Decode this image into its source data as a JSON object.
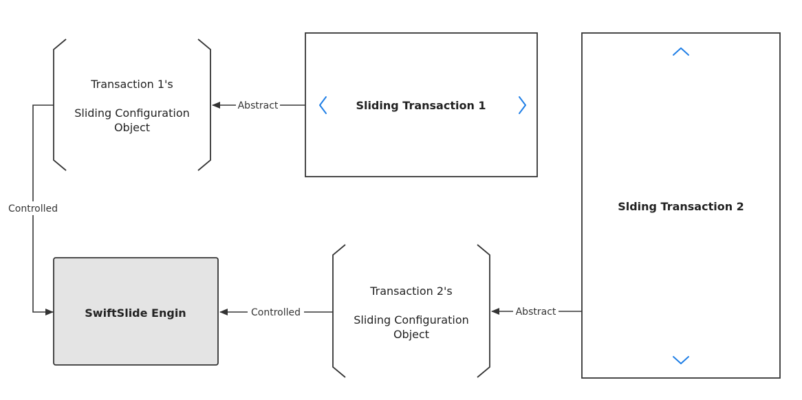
{
  "colors": {
    "line": "#333333",
    "accent": "#1e7ee6",
    "engine_fill": "#e4e4e4",
    "background": "#ffffff"
  },
  "nodes": {
    "config1": {
      "line1": "Transaction 1's",
      "line2": "Sliding Configuration",
      "line3": "Object"
    },
    "sliding1": {
      "title": "Sliding Transaction 1"
    },
    "sliding2": {
      "title": "Slding Transaction 2"
    },
    "config2": {
      "line1": "Transaction 2's",
      "line2": "Sliding Configuration",
      "line3": "Object"
    },
    "engine": {
      "title": "SwiftSlide Engin"
    }
  },
  "edges": {
    "abstract1": "Abstract",
    "controlled_left": "Controlled",
    "controlled_bottom": "Controlled",
    "abstract2": "Abstract"
  },
  "icons": {
    "sliding1_prev": "chevron-left-icon",
    "sliding1_next": "chevron-right-icon",
    "sliding2_up": "chevron-up-icon",
    "sliding2_down": "chevron-down-icon"
  }
}
